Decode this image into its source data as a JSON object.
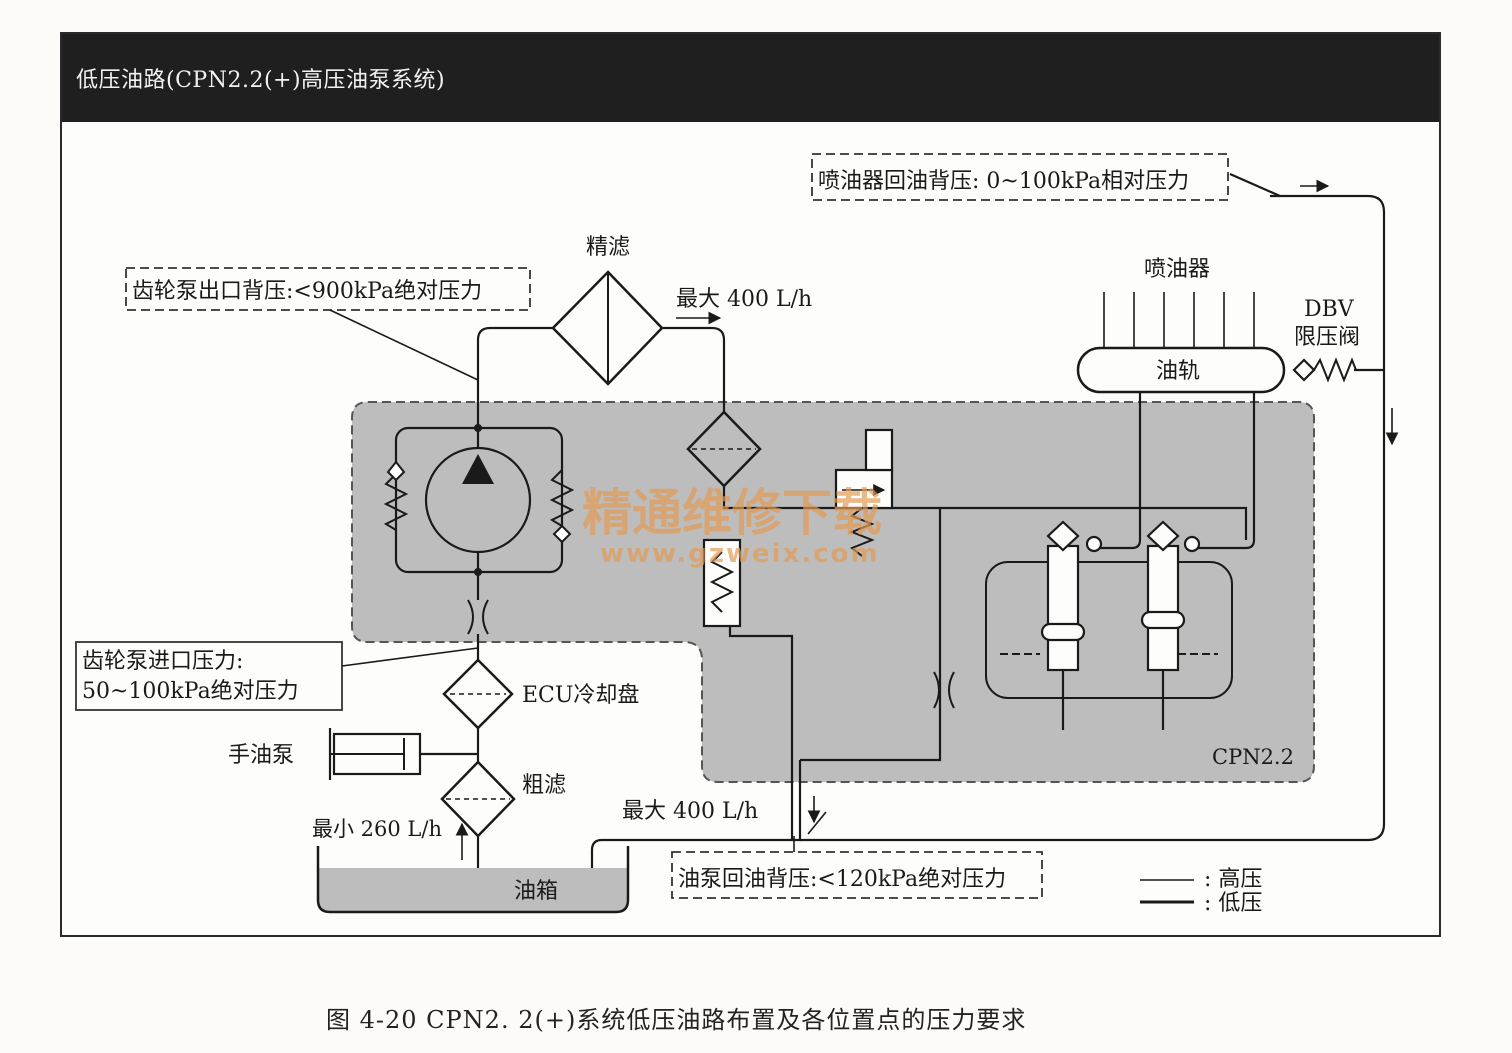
{
  "header": {
    "title": "低压油路(CPN2.2(+)高压油泵系统)"
  },
  "labels": {
    "injector_return": "喷油器回油背压: 0~100kPa相对压力",
    "gear_pump_outlet": "齿轮泵出口背压:<900kPa绝对压力",
    "fine_filter": "精滤",
    "max_flow_top": "最大 400 L/h",
    "injectors": "喷油器",
    "rail": "油轨",
    "dbv_line1": "DBV",
    "dbv_line2": "限压阀",
    "gear_pump_inlet_line1": "齿轮泵进口压力:",
    "gear_pump_inlet_line2": "50~100kPa绝对压力",
    "ecu_cooling": "ECU冷却盘",
    "hand_pump": "手油泵",
    "coarse_filter": "粗滤",
    "min_flow": "最小 260 L/h",
    "max_flow_bottom": "最大 400 L/h",
    "tank": "油箱",
    "pump_return": "油泵回油背压:<120kPa绝对压力",
    "cpn_label": "CPN2.2",
    "legend_high": ": 高压",
    "legend_low": ": 低压"
  },
  "watermark": {
    "line1": "精通维修下载",
    "line2": "www.gzweix.com"
  },
  "caption": "图 4-20    CPN2. 2(+)系统低压油路布置及各位置点的压力要求",
  "colors": {
    "shade": "#bdbdbd",
    "line": "#1a1a1a",
    "watermark": "#e39a55"
  }
}
